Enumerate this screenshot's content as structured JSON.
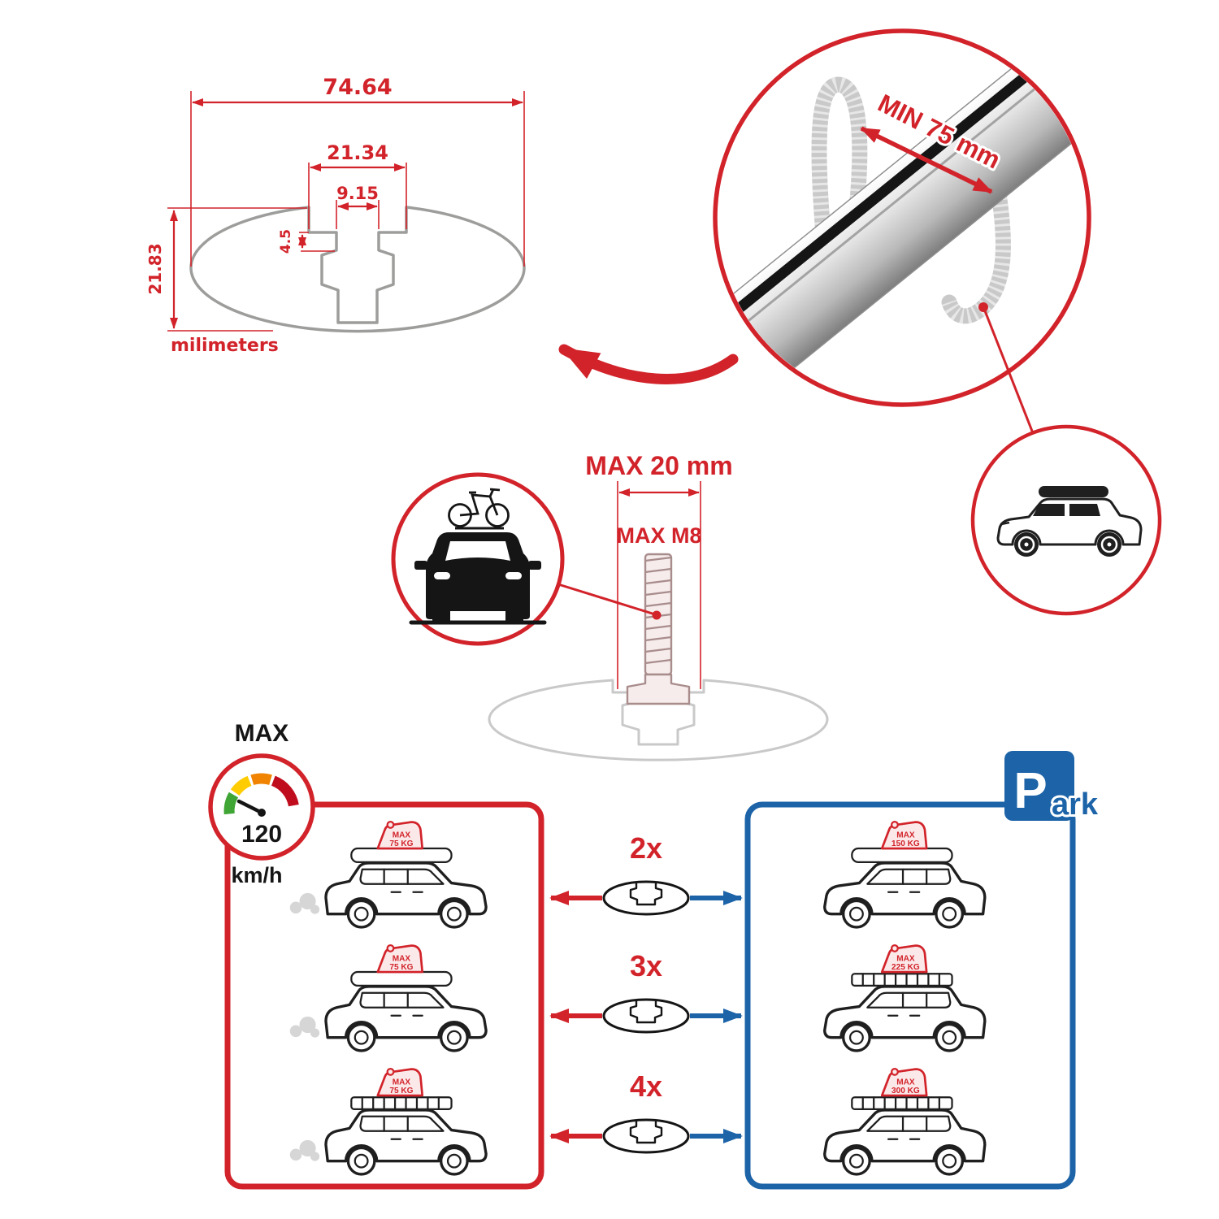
{
  "colors": {
    "red": "#d2232a",
    "blue": "#1c63a8",
    "gray": "#9d9d9c"
  },
  "cross_section": {
    "width_total": "74.64",
    "slot_outer_width": "21.34",
    "slot_inner_width": "9.15",
    "lip_depth": "4.5",
    "height_total": "21.83",
    "units_label": "milimeters"
  },
  "bar_detail": {
    "min_rail_span_label": "MIN 75 mm"
  },
  "bolt_spec": {
    "max_width_label": "MAX 20 mm",
    "max_thread_label": "MAX M8"
  },
  "speed_limit": {
    "label": "MAX",
    "value": "120",
    "units": "km/h"
  },
  "parking_sign": {
    "letter": "P",
    "suffix": "ark"
  },
  "bar_counts": [
    {
      "label": "2x"
    },
    {
      "label": "3x"
    },
    {
      "label": "4x"
    }
  ],
  "driving_loads": [
    {
      "max_label": "MAX",
      "weight": "75 KG"
    },
    {
      "max_label": "MAX",
      "weight": "75 KG"
    },
    {
      "max_label": "MAX",
      "weight": "75 KG"
    }
  ],
  "parked_loads": [
    {
      "max_label": "MAX",
      "weight": "150 KG"
    },
    {
      "max_label": "MAX",
      "weight": "225 KG"
    },
    {
      "max_label": "MAX",
      "weight": "300 KG"
    }
  ]
}
